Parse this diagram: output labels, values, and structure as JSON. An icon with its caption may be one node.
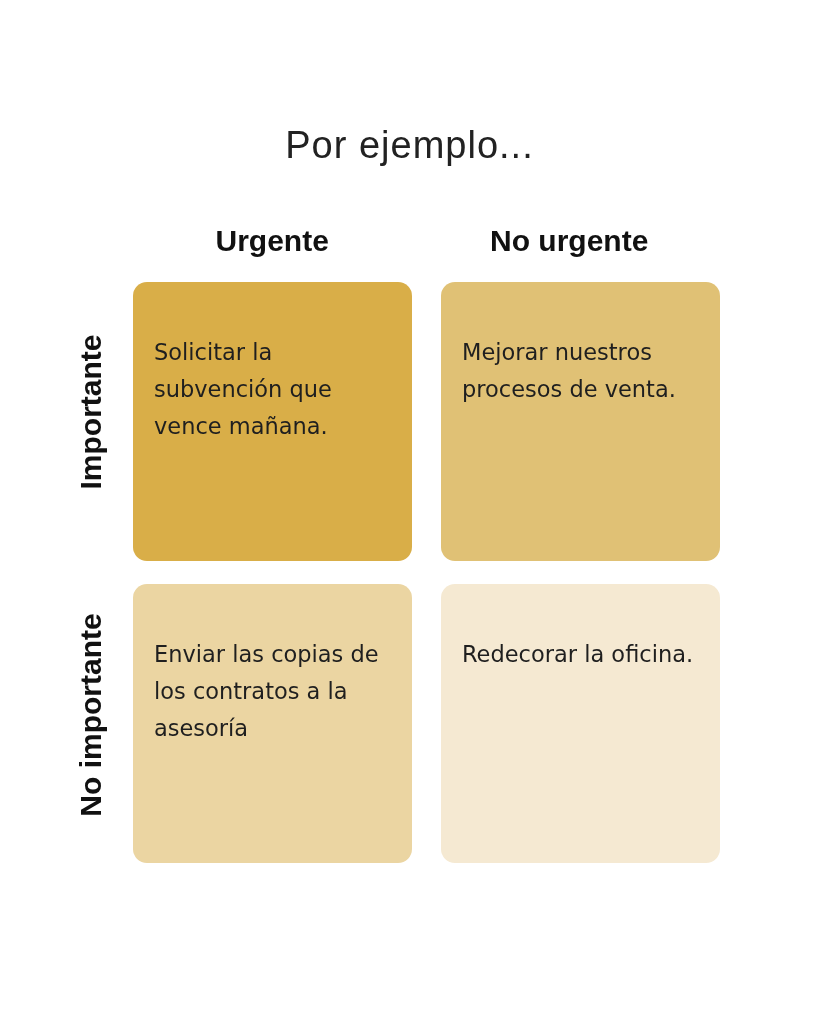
{
  "diagram": {
    "title": "Por ejemplo...",
    "nodes": [
      {
        "text": [
          "Solicitar la subvención que vence mañana."
        ]
      },
      {
        "text": [
          "Mejorar nuestros procesos de venta."
        ]
      },
      {
        "text": [
          "Enviar las copias de los contratos a la asesoría"
        ]
      },
      {
        "text": [
          "Redecorar la oficina."
        ]
      }
    ],
    "labels": [
      "Urgente",
      "No urgente",
      "Importante",
      "No importante"
    ]
  }
}
